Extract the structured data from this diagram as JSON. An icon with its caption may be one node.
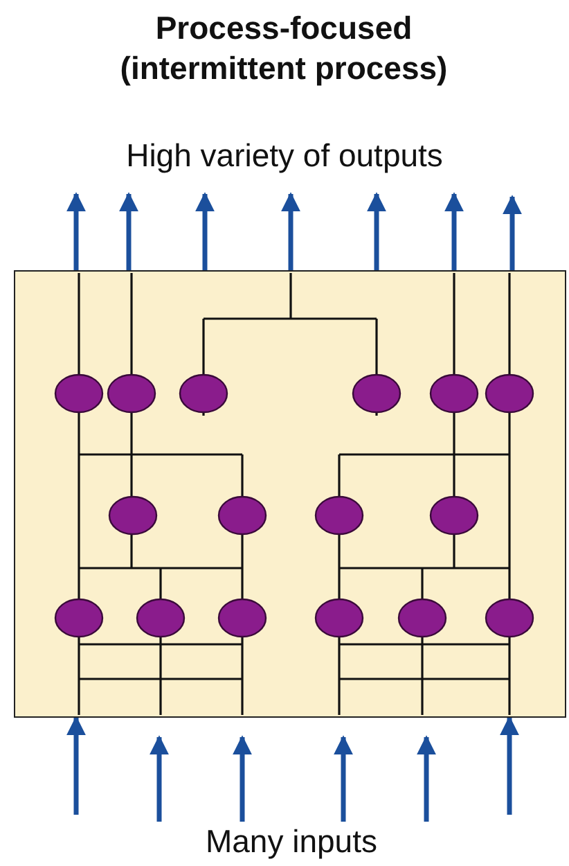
{
  "diagram": {
    "title": "Process-focused (intermittent process)",
    "nodes": [
      {
        "text": [],
        "shape": "box"
      },
      {
        "text": [
          "High variety of outputs"
        ]
      },
      {
        "text": [
          "Many inputs"
        ]
      }
    ],
    "edges": [
      {
        "from": 0,
        "to": 1,
        "arrow": "to"
      },
      {
        "from": 0,
        "to": 1,
        "arrow": "to"
      },
      {
        "from": 0,
        "to": 1,
        "arrow": "to"
      },
      {
        "from": 0,
        "to": 1,
        "arrow": "to"
      },
      {
        "from": 0,
        "to": 1,
        "arrow": "to"
      },
      {
        "from": 0,
        "to": 1,
        "arrow": "to"
      },
      {
        "from": 0,
        "to": null,
        "arrow": "to"
      },
      {
        "from": null,
        "to": 0,
        "arrow": "to"
      },
      {
        "from": 2,
        "to": 0,
        "arrow": "to"
      },
      {
        "from": 2,
        "to": 0,
        "arrow": "to"
      },
      {
        "from": 2,
        "to": 0,
        "arrow": "to"
      },
      {
        "from": 2,
        "to": 0,
        "arrow": "to"
      },
      {
        "from": null,
        "to": 0,
        "arrow": "to"
      }
    ]
  }
}
